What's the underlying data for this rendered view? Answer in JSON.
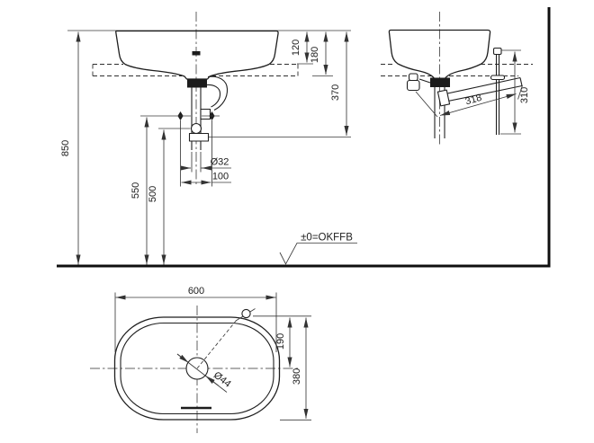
{
  "drawing": {
    "datum_label": "±0=OKFFB"
  },
  "front_view": {
    "total_height": "850",
    "mount_height": "550",
    "outlet_height": "500",
    "rim_to_counter_top": "120",
    "rim_to_counter_bottom": "180",
    "rim_to_waste_outlet": "370",
    "waste_pipe_diameter": "Ø32",
    "mount_spacing": "100"
  },
  "side_view": {
    "hose_length": "318",
    "rod_length": "310"
  },
  "plan_view": {
    "basin_width": "600",
    "faucet_offset": "190",
    "basin_depth": "380",
    "drain_diameter": "Ø44"
  },
  "colors": {
    "line": "#1f1f1f",
    "dimension": "#3a3a3a",
    "background": "#ffffff"
  }
}
